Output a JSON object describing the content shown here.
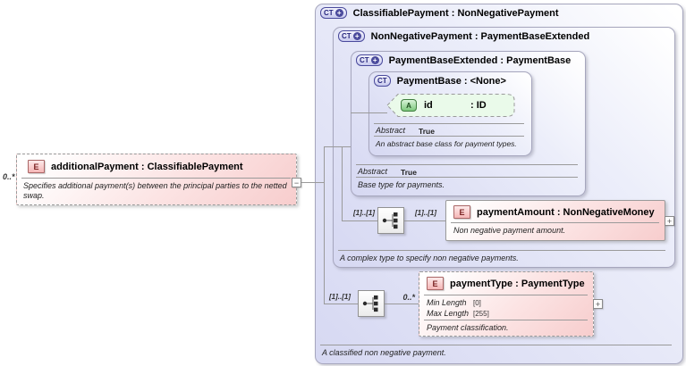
{
  "icons": {
    "ct": "CT",
    "ct_plus": "+",
    "e": "E",
    "a": "A",
    "expand_plus": "+",
    "collapse_minus": "−"
  },
  "left_element": {
    "cardinality": "0..*",
    "title": "additionalPayment : ClassifiablePayment",
    "annotation": "Specifies additional payment(s) between the principal parties to the netted swap."
  },
  "classifiable_payment": {
    "title": "ClassifiablePayment : NonNegativePayment",
    "annotation": "A classified non negative payment."
  },
  "non_negative_payment": {
    "title": "NonNegativePayment : PaymentBaseExtended",
    "annotation": "A complex type to specify non negative payments."
  },
  "payment_base_extended": {
    "title": "PaymentBaseExtended : PaymentBase",
    "abstract_label": "Abstract",
    "abstract_value": "True",
    "annotation": "Base type for payments."
  },
  "payment_base": {
    "title": "PaymentBase : <None>",
    "abstract_label": "Abstract",
    "abstract_value": "True",
    "annotation": "An abstract base class for payment types.",
    "attribute": {
      "name": "id",
      "type": ": ID"
    }
  },
  "payment_amount": {
    "title": "paymentAmount : NonNegativeMoney",
    "annotation": "Non negative payment amount."
  },
  "payment_type": {
    "title": "paymentType : PaymentType",
    "annotation": "Payment classification.",
    "facets": [
      {
        "label": "Min Length",
        "value": "[0]"
      },
      {
        "label": "Max Length",
        "value": "[255]"
      }
    ]
  },
  "occurrence": {
    "seq1_left": "[1]..[1]",
    "seq1_right": "[1]..[1]",
    "seq2_left": "[1]..[1]",
    "seq2_right": "0..*"
  }
}
